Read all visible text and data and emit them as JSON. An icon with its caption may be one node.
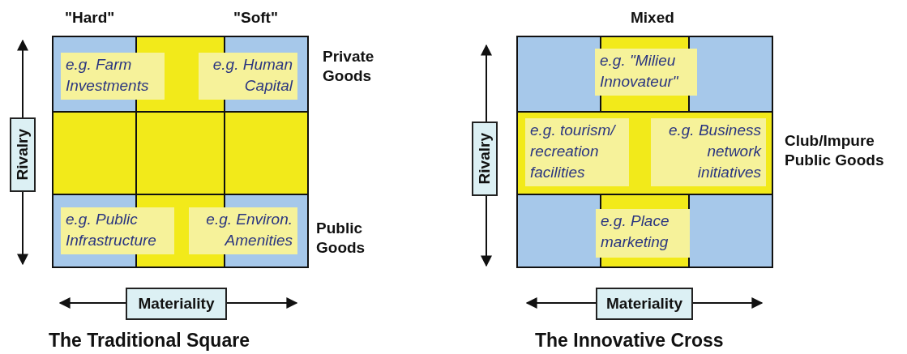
{
  "diagram": {
    "nodes": [
      {
        "text": [
          "e.g. Farm Investments"
        ]
      },
      {
        "text": [
          "e.g. Human Capital"
        ]
      },
      {
        "text": [
          "Rivalry"
        ]
      },
      {
        "text": [
          "e.g. Public Infrastructure"
        ]
      },
      {
        "text": [
          "e.g. Environ. Amenities"
        ]
      },
      {
        "text": [
          "Materiality"
        ]
      },
      {
        "text": [
          "e.g. \"Milieu Innovateur\""
        ]
      },
      {
        "text": [
          "e.g. tourism/ recreation facilities"
        ]
      },
      {
        "text": [
          "e.g. Business network initiatives"
        ]
      },
      {
        "text": [
          "Rivalry"
        ]
      },
      {
        "text": [
          "e.g. Place marketing"
        ]
      },
      {
        "text": [
          "Materiality"
        ]
      }
    ],
    "edges": [],
    "labels": [
      "\"Hard\"",
      "\"Soft\"",
      "Mixed",
      "Private Goods",
      "Club/Impure Public Goods",
      "Public Goods",
      "The Traditional Square",
      "The Innovative Cross"
    ]
  }
}
